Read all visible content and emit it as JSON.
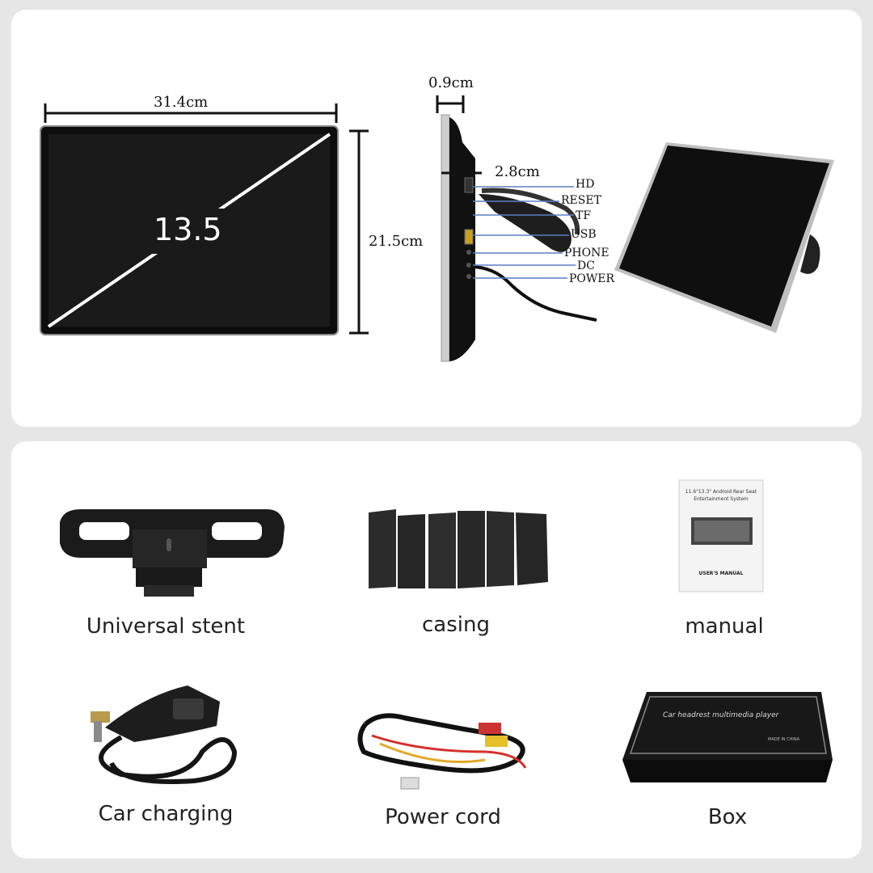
{
  "dimensions": {
    "width": "31.4cm",
    "height": "21.5cm",
    "thickness": "0.9cm",
    "mount_depth": "2.8cm",
    "screen_size": "13.5"
  },
  "ports": [
    "HD",
    "RESET",
    "TF",
    "USB",
    "PHONE",
    "DC",
    "POWER"
  ],
  "manual_cover": {
    "title_line1": "11.6\"13.3\" Android Rear Seat",
    "title_line2": "Entertainment System",
    "footer": "USER'S MANUAL"
  },
  "box_print": {
    "title": "Car headrest multimedia player",
    "origin": "MADE IN CHINA"
  },
  "accessories": [
    {
      "label": "Universal stent"
    },
    {
      "label": "casing"
    },
    {
      "label": "manual"
    },
    {
      "label": "Car charging"
    },
    {
      "label": "Power cord"
    },
    {
      "label": "Box"
    }
  ]
}
